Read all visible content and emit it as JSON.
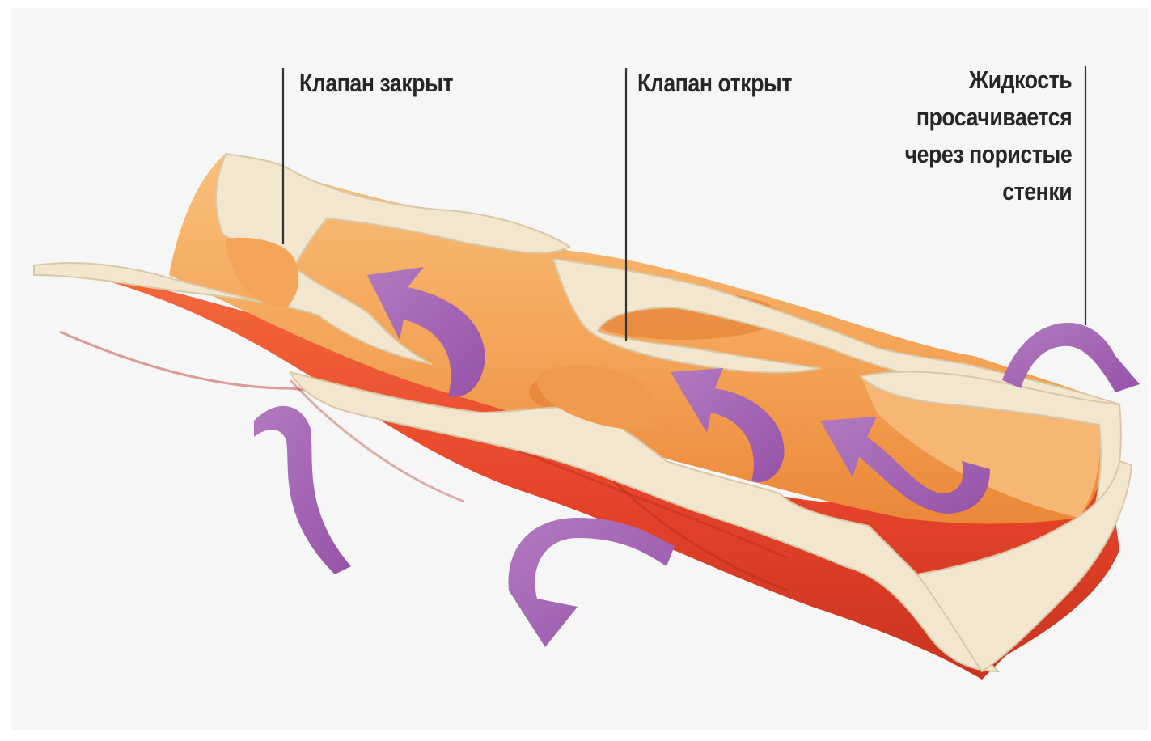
{
  "diagram": {
    "labels": {
      "valve_closed": "Клапан закрыт",
      "valve_open": "Клапан открыт",
      "fluid_seeps": [
        "Жидкость",
        "просачивается",
        "через пористые",
        "стенки"
      ]
    },
    "colors": {
      "background": "#f6f6f6",
      "vessel_outer": "#e64a2c",
      "vessel_inner": "#f5a35a",
      "vessel_wall": "#f2e6cf",
      "flow_arrow": "#a765b5",
      "leader_line": "#333333"
    }
  }
}
